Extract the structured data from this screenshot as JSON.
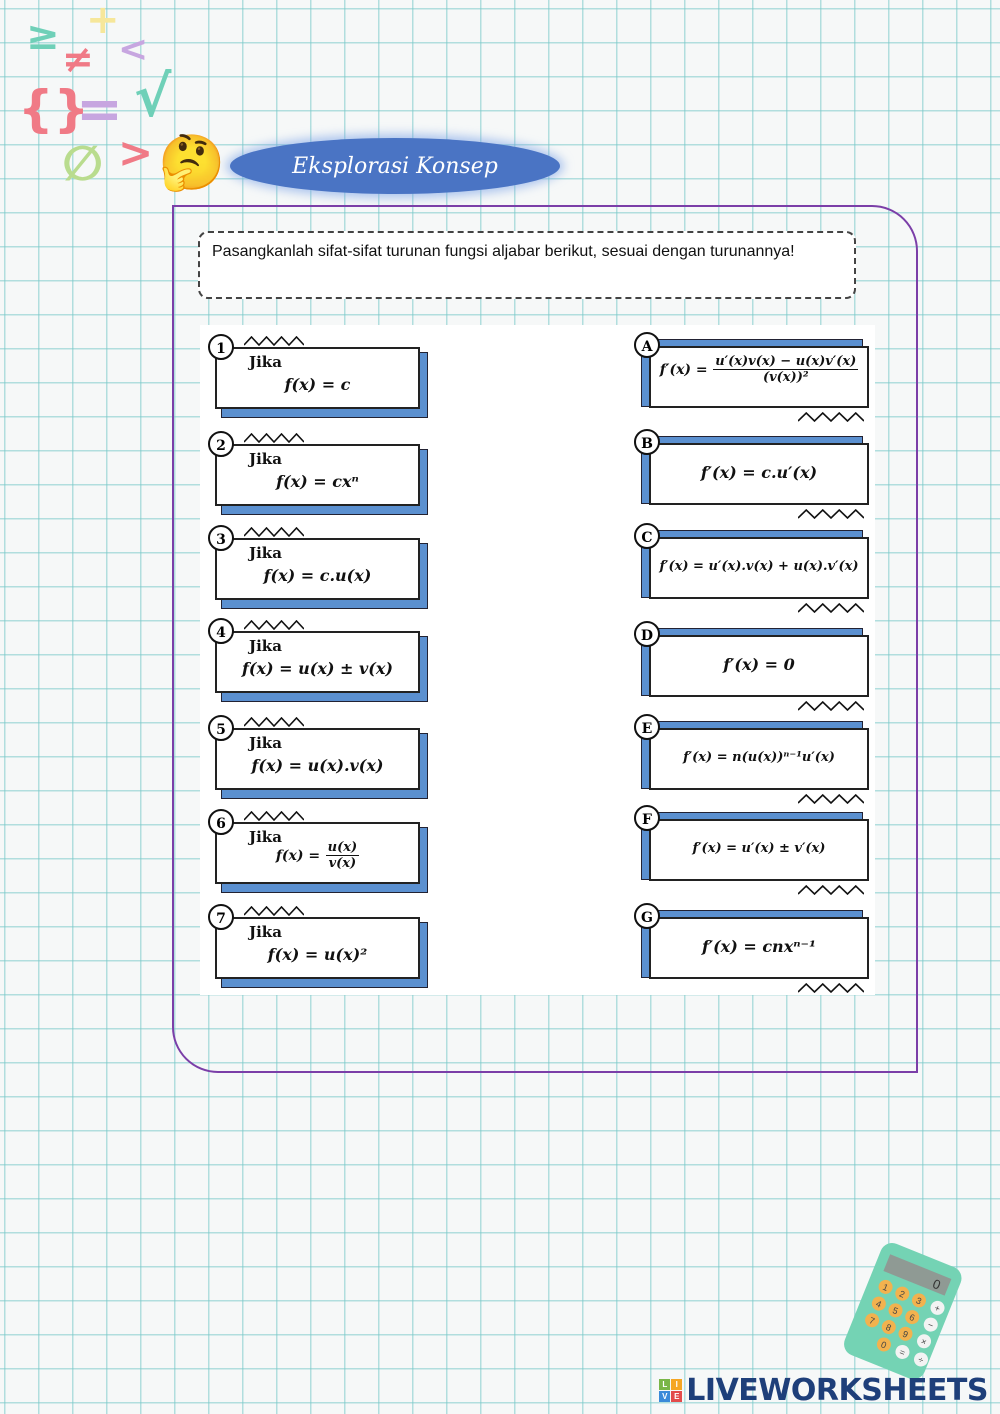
{
  "decor": {
    "symbols": [
      "≥",
      "+",
      "≠",
      "<",
      "{}",
      "=",
      "√",
      "∅",
      ">"
    ],
    "emoji": "🤔"
  },
  "header": {
    "title": "Eksplorasi Konsep"
  },
  "instruction": "Pasangkanlah sifat-sifat turunan fungsi aljabar berikut, sesuai dengan turunannya!",
  "left_cards": [
    {
      "num": "1",
      "jika": "Jika",
      "formula": "f(x) = c"
    },
    {
      "num": "2",
      "jika": "Jika",
      "formula": "f(x) = cxⁿ"
    },
    {
      "num": "3",
      "jika": "Jika",
      "formula": "f(x) = c.u(x)"
    },
    {
      "num": "4",
      "jika": "Jika",
      "formula": "f(x) = u(x) ± v(x)"
    },
    {
      "num": "5",
      "jika": "Jika",
      "formula": "f(x) = u(x).v(x)"
    },
    {
      "num": "6",
      "jika": "Jika",
      "lhs": "f(x) =",
      "num_expr": "u(x)",
      "den_expr": "v(x)"
    },
    {
      "num": "7",
      "jika": "Jika",
      "formula": "f(x) = u(x)²"
    }
  ],
  "right_cards": [
    {
      "letter": "A",
      "lhs": "f′(x) =",
      "num_expr": "u′(x)v(x) − u(x)v′(x)",
      "den_expr": "(v(x))²"
    },
    {
      "letter": "B",
      "formula": "f′(x) = c.u′(x)"
    },
    {
      "letter": "C",
      "formula": "f′(x) = u′(x).v(x) + u(x).v′(x)"
    },
    {
      "letter": "D",
      "formula": "f′(x) = 0"
    },
    {
      "letter": "E",
      "formula": "f′(x) = n(u(x))ⁿ⁻¹u′(x)"
    },
    {
      "letter": "F",
      "formula": "f′(x) = u′(x) ± v′(x)"
    },
    {
      "letter": "G",
      "formula": "f′(x) = cnxⁿ⁻¹"
    }
  ],
  "calculator": {
    "display": "0",
    "keys": [
      "1",
      "2",
      "3",
      "+",
      "4",
      "5",
      "6",
      "−",
      "7",
      "8",
      "9",
      "×",
      "0",
      "=",
      "÷"
    ]
  },
  "logo": {
    "text": "LIVEWORKSHEETS",
    "tiles": [
      "L",
      "I",
      "V",
      "E"
    ]
  },
  "colors": {
    "pill": "#4a74c4",
    "frame": "#7b3fa8",
    "card_shadow": "#5b90d0"
  }
}
